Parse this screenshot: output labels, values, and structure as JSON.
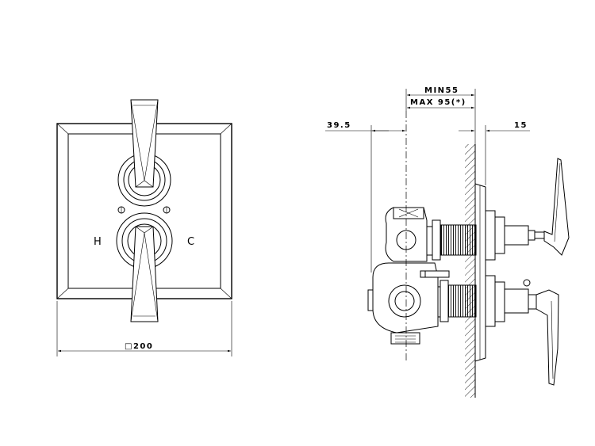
{
  "front_view": {
    "label_hot": "H",
    "label_cold": "C",
    "width_dimension": "□200"
  },
  "side_view": {
    "dim_min": "MIN55",
    "dim_max": "MAX 95(*)",
    "dim_left": "39.5",
    "dim_right": "15"
  }
}
